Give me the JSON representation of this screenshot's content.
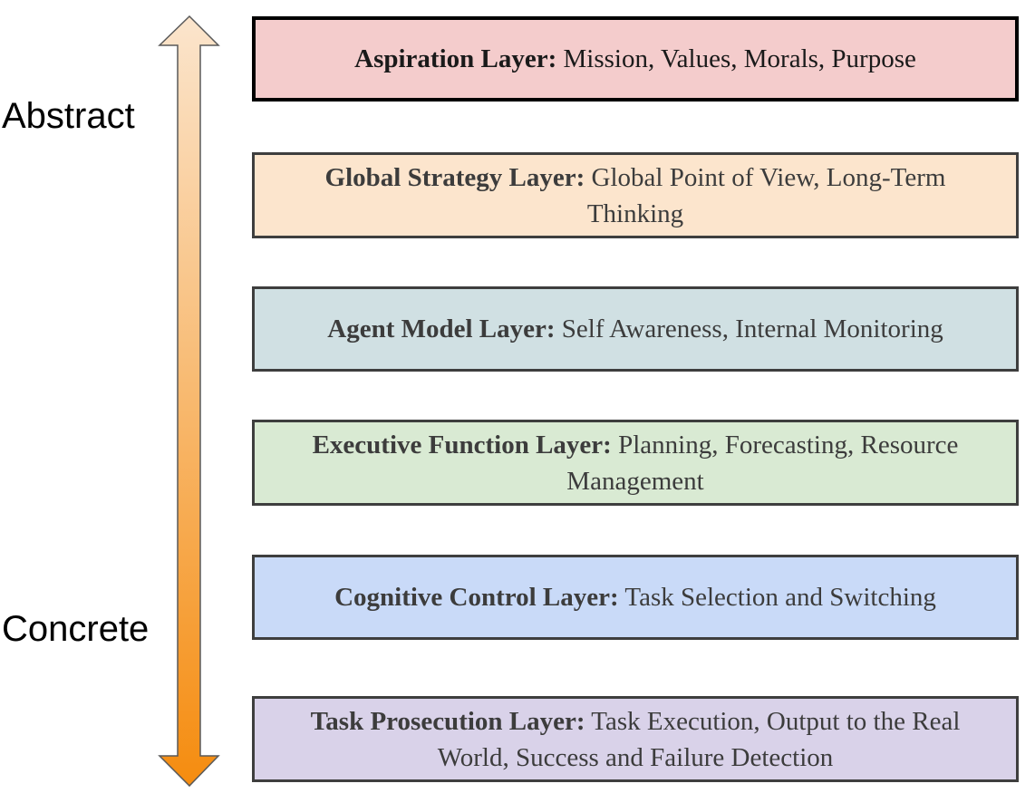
{
  "axis": {
    "top_label": "Abstract",
    "bottom_label": "Concrete",
    "gradient_top": "#fbe5cd",
    "gradient_bottom": "#f58c0f"
  },
  "layers": [
    {
      "name": "Aspiration Layer:",
      "text": "Mission, Values, Morals, Purpose",
      "color": "#f4cccc"
    },
    {
      "name": "Global Strategy Layer:",
      "text": "Global Point of View, Long-Term Thinking",
      "color": "#fce5cd"
    },
    {
      "name": "Agent Model Layer:",
      "text": "Self Awareness, Internal Monitoring",
      "color": "#d0e0e3"
    },
    {
      "name": "Executive Function Layer:",
      "text": "Planning, Forecasting, Resource Management",
      "color": "#d9ead3"
    },
    {
      "name": "Cognitive Control Layer:",
      "text": "Task Selection and Switching",
      "color": "#c9daf8"
    },
    {
      "name": "Task Prosecution Layer:",
      "text": "Task Execution, Output to the Real World, Success and Failure Detection",
      "color": "#d9d2e9"
    }
  ]
}
